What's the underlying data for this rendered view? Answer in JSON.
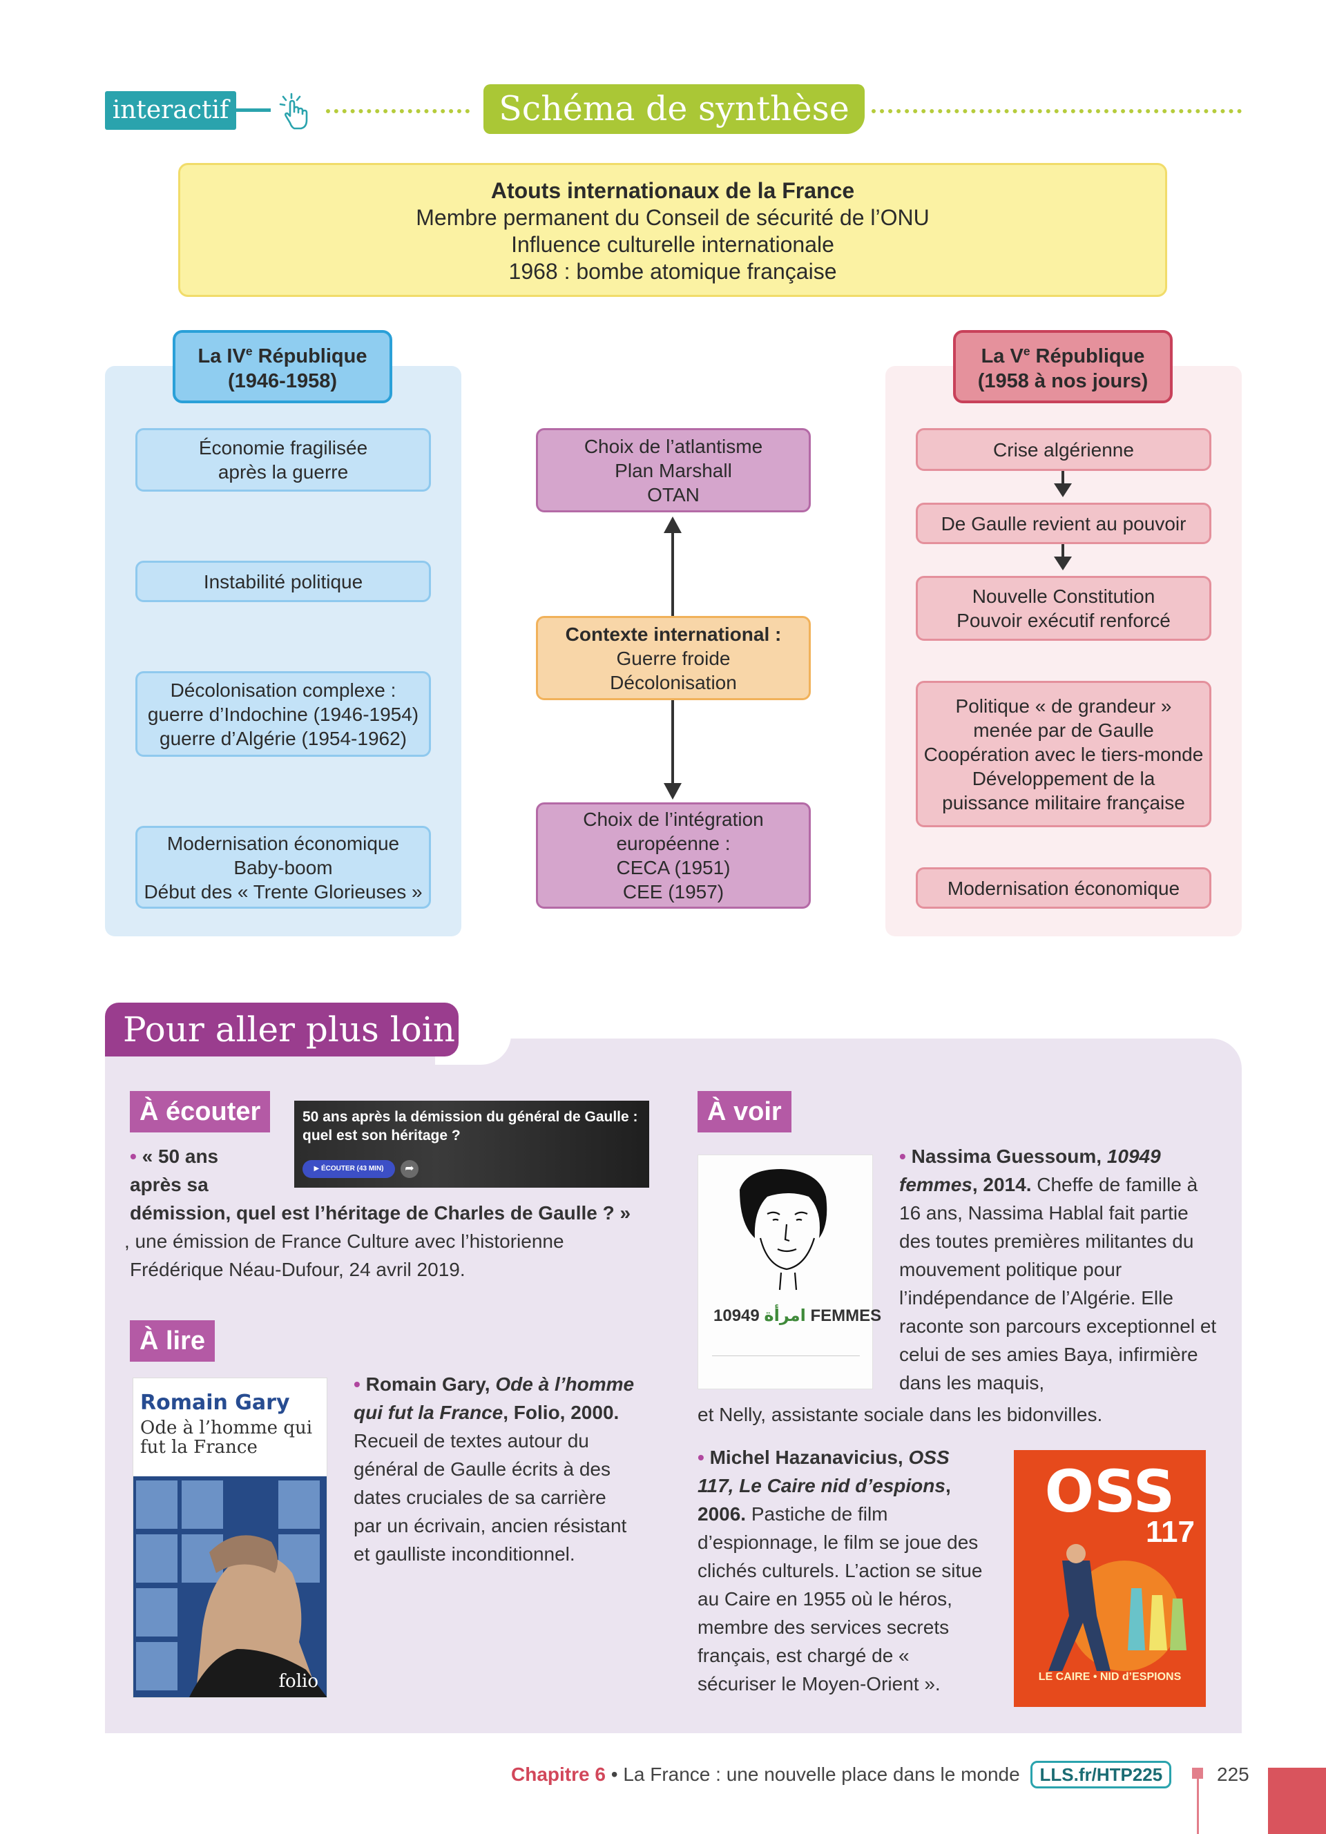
{
  "header": {
    "interactif_label": "interactif",
    "schema_title": "Schéma de synthèse"
  },
  "diagram": {
    "atouts": {
      "title": "Atouts internationaux de la France",
      "lines": [
        "Membre permanent du Conseil de sécurité de l’ONU",
        "Influence culturelle internationale",
        "1968 : bombe atomique française"
      ]
    },
    "left": {
      "header_pre": "La IV",
      "header_sup": "e",
      "header_post": " République",
      "header_dates": "(1946-1958)",
      "items": [
        [
          "Économie fragilisée",
          "après la guerre"
        ],
        [
          "Instabilité politique"
        ],
        [
          "Décolonisation complexe :",
          "guerre d’Indochine (1946-1954)",
          "guerre d’Algérie (1954-1962)"
        ],
        [
          "Modernisation économique",
          "Baby-boom",
          "Début des « Trente Glorieuses »"
        ]
      ]
    },
    "center": {
      "top": [
        "Choix de l’atlantisme",
        "Plan Marshall",
        "OTAN"
      ],
      "context_title": "Contexte international :",
      "context_lines": [
        "Guerre froide",
        "Décolonisation"
      ],
      "bottom": [
        "Choix de l’intégration",
        "européenne :",
        "CECA (1951)",
        "CEE (1957)"
      ]
    },
    "right": {
      "header_pre": "La V",
      "header_sup": "e",
      "header_post": " République",
      "header_dates": "(1958 à nos jours)",
      "items": [
        [
          "Crise algérienne"
        ],
        [
          "De Gaulle revient au pouvoir"
        ],
        [
          "Nouvelle Constitution",
          "Pouvoir exécutif renforcé"
        ],
        [
          "Politique « de grandeur »",
          "menée par de Gaulle",
          "Coopération avec le tiers-monde",
          "Développement de la",
          "puissance militaire française"
        ],
        [
          "Modernisation économique"
        ]
      ]
    }
  },
  "loin": {
    "title": "Pour aller plus loin",
    "ecouter": {
      "tag": "À écouter",
      "title_line1": "« 50 ans",
      "title_line2": "après sa",
      "title_line3": "démission, quel est l’héritage de Charles de Gaulle ? »",
      "rest_line1": ", une émission de France Culture avec l’historienne",
      "rest_line2": "Frédérique Néau-Dufour, 24 avril 2019.",
      "card_title": "50 ans après la démission du général de Gaulle : quel est son héritage ?",
      "card_button": "▶ ÉCOUTER (43 MIN)",
      "card_share": "➦"
    },
    "lire": {
      "tag": "À lire",
      "author": "Romain Gary",
      "title_italic": "Ode à l’homme qui fut la France",
      "meta": ", Folio, 2000.",
      "desc_lines": [
        "Recueil de textes autour du",
        "général de Gaulle écrits à des",
        "dates cruciales de sa carrière",
        "par un écrivain, ancien résistant",
        "et gaulliste inconditionnel."
      ],
      "book_author": "Romain Gary",
      "book_title": "Ode à l’homme qui fut la France",
      "book_publisher": "folio"
    },
    "voir": {
      "tag": "À voir",
      "film1": {
        "director": "Nassima Guessoum,",
        "title": "10949 femmes",
        "year": ", 2014.",
        "desc": " Cheffe de famille à 16 ans, Nassima Hablal fait partie des toutes premières militantes du mouvement politique pour l’indépendance de l’Algérie. Elle raconte son parcours exceptionnel et celui de ses amies Baya, infirmière dans les maquis,",
        "desc_end": "et Nelly, assistante sociale dans les bidonvilles.",
        "poster_text": "10949 FEMMES",
        "poster_arabic": "امرأة"
      },
      "film2": {
        "director": "Michel Hazanavicius,",
        "title": "OSS 117, Le Caire nid d’espions",
        "year": ", 2006.",
        "desc": " Pastiche de film d’espionnage, le film se joue des clichés culturels. L’action se situe au Caire en 1955 où le héros, membre des services secrets français, est chargé de « sécuriser le Moyen-Orient ».",
        "poster_big": "OSS",
        "poster_num": "117",
        "poster_sub": "LE CAIRE • NID d’ESPIONS"
      }
    }
  },
  "footer": {
    "chapter": "Chapitre 6",
    "sep": " • ",
    "subtitle": "La France : une nouvelle place dans le monde",
    "link": "LLS.fr/HTP225",
    "page": "225"
  },
  "colors": {
    "accent_green": "#aac736",
    "teal": "#2aa3ad",
    "purple_section": "#9a3d8e",
    "footer_red": "#d2475a"
  },
  "icons": [
    "hand-pointer-icon",
    "arrow-up-icon",
    "arrow-down-icon",
    "share-icon",
    "play-icon"
  ]
}
